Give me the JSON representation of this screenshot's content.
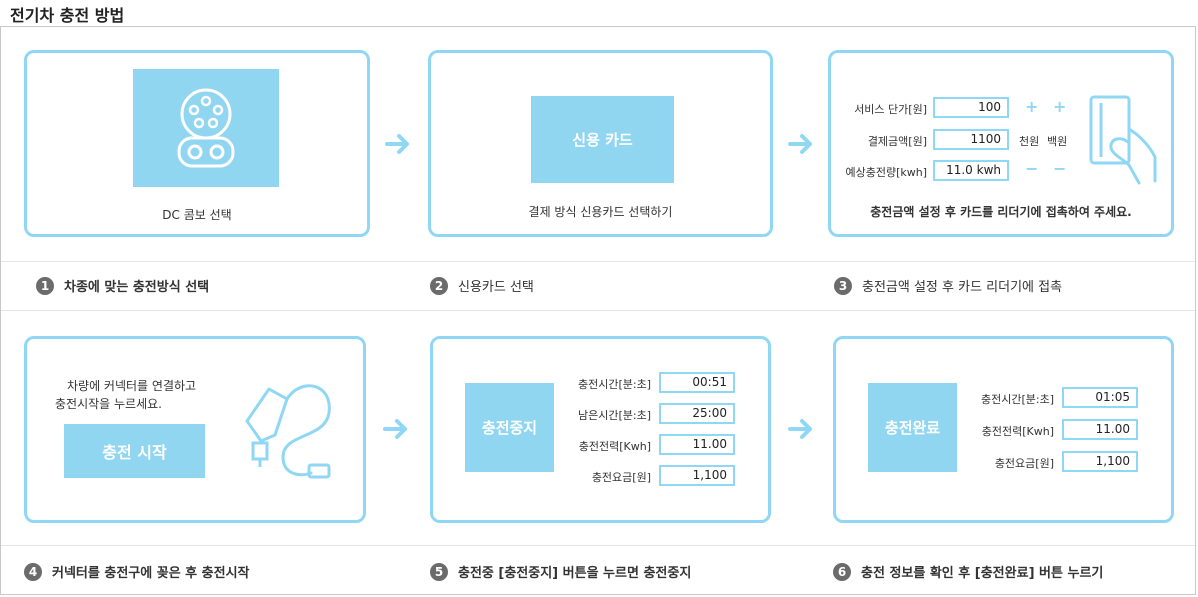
{
  "title": "전기차 충전 방법",
  "steps": [
    {
      "num": "1",
      "caption": "차종에 맞는 충전방식 선택"
    },
    {
      "num": "2",
      "caption": "신용카드 선택"
    },
    {
      "num": "3",
      "caption": "충전금액 설정 후 카드 리더기에 접촉"
    },
    {
      "num": "4",
      "caption": "커넥터를 충전구에 꽂은 후 충전시작"
    },
    {
      "num": "5",
      "caption": "충전중 [충전중지] 버튼을 누르면 충전중지"
    },
    {
      "num": "6",
      "caption": "충전 정보를 확인 후 [충전완료] 버튼 누르기"
    }
  ],
  "panel1": {
    "caption": "DC 콤보 선택",
    "icon": "dc-combo-plug-icon"
  },
  "panel2": {
    "tile": "신용 카드",
    "caption": "결제 방식 신용카드 선택하기"
  },
  "panel3": {
    "rows": [
      {
        "label": "서비스 단가[원]",
        "value": "100"
      },
      {
        "label": "결제금액[원]",
        "value": "1100"
      },
      {
        "label": "예상충전량[kwh]",
        "value": "11.0 kwh"
      }
    ],
    "unit_thousand": "천원",
    "unit_hundred": "백원",
    "caption": "충전금액 설정 후 카드를 리더기에 접촉하여 주세요.",
    "icon": "card-hand-icon"
  },
  "panel4": {
    "text_line1": "차량에 커넥터를 연결하고",
    "text_line2": "충전시작을 누르세요.",
    "button": "충전 시작",
    "icon": "charging-cable-icon"
  },
  "panel5": {
    "tile": "충전중지",
    "rows": [
      {
        "label": "충전시간[분:초]",
        "value": "00:51"
      },
      {
        "label": "남은시간[분:초]",
        "value": "25:00"
      },
      {
        "label": "충전전력[Kwh]",
        "value": "11.00"
      },
      {
        "label": "충전요금[원]",
        "value": "1,100"
      }
    ]
  },
  "panel6": {
    "tile": "충전완료",
    "rows": [
      {
        "label": "충전시간[분:초]",
        "value": "01:05"
      },
      {
        "label": "충전전력[Kwh]",
        "value": "11.00"
      },
      {
        "label": "충전요금[원]",
        "value": "1,100"
      }
    ]
  },
  "colors": {
    "accent": "#8fd7f4",
    "tile": "#91d6f1",
    "number_badge": "#6b6b6b"
  }
}
